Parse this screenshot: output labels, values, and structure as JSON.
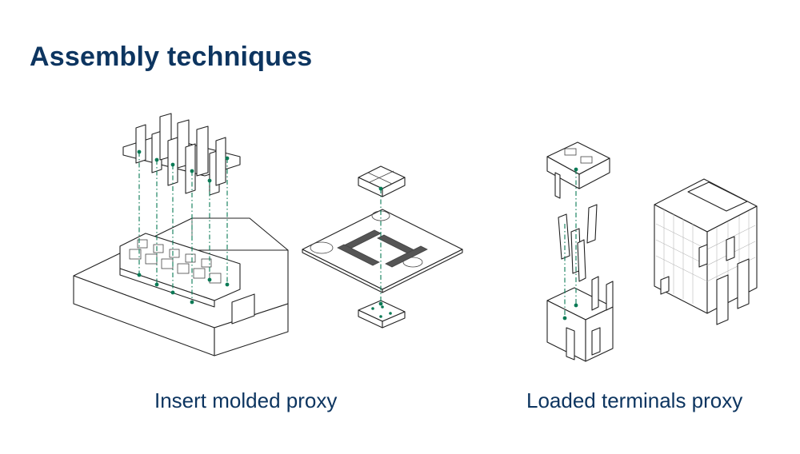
{
  "slide": {
    "title": "Assembly techniques",
    "captions": {
      "left": "Insert molded proxy",
      "right": "Loaded terminals proxy"
    }
  },
  "colors": {
    "title": "#0d3560",
    "alignment_lines": "#0a7a55",
    "linework": "#222222"
  }
}
